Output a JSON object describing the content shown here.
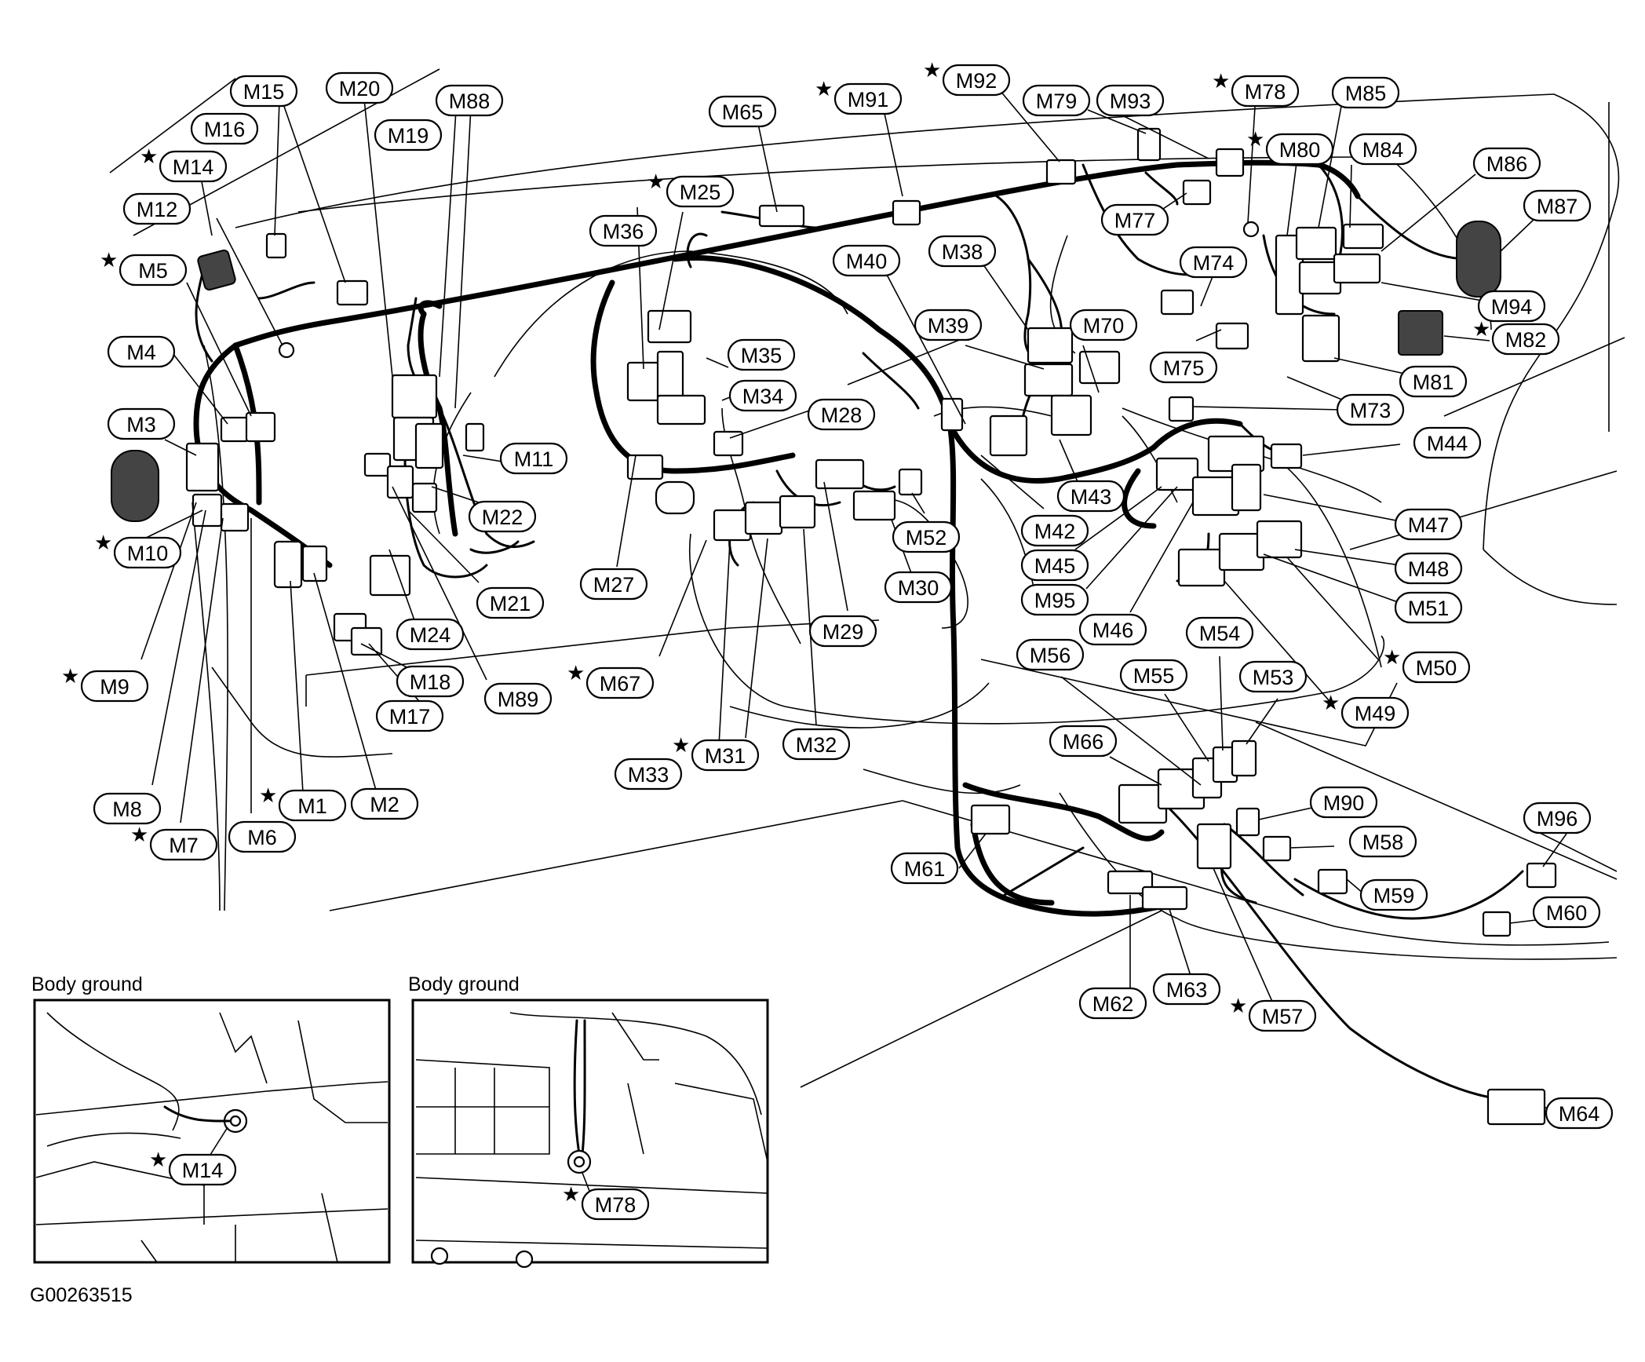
{
  "diagram": {
    "code": "G00263515",
    "insets": [
      {
        "caption": "Body ground",
        "label": "M14"
      },
      {
        "caption": "Body ground",
        "label": "M78"
      }
    ],
    "labels": [
      "M1",
      "M2",
      "M3",
      "M4",
      "M5",
      "M6",
      "M7",
      "M8",
      "M9",
      "M10",
      "M11",
      "M12",
      "M14",
      "M15",
      "M16",
      "M17",
      "M18",
      "M19",
      "M20",
      "M21",
      "M22",
      "M24",
      "M25",
      "M27",
      "M28",
      "M29",
      "M30",
      "M31",
      "M32",
      "M33",
      "M34",
      "M35",
      "M36",
      "M38",
      "M39",
      "M40",
      "M42",
      "M43",
      "M44",
      "M45",
      "M46",
      "M47",
      "M48",
      "M49",
      "M50",
      "M51",
      "M52",
      "M53",
      "M54",
      "M55",
      "M56",
      "M57",
      "M58",
      "M59",
      "M60",
      "M61",
      "M62",
      "M63",
      "M64",
      "M65",
      "M66",
      "M67",
      "M70",
      "M73",
      "M74",
      "M75",
      "M77",
      "M78",
      "M79",
      "M80",
      "M81",
      "M82",
      "M84",
      "M85",
      "M86",
      "M87",
      "M88",
      "M89",
      "M90",
      "M91",
      "M92",
      "M93",
      "M94",
      "M95",
      "M96"
    ],
    "starred": [
      "M1",
      "M5",
      "M7",
      "M9",
      "M10",
      "M14",
      "M25",
      "M31",
      "M49",
      "M50",
      "M57",
      "M67",
      "M78",
      "M80",
      "M82",
      "M91",
      "M92"
    ]
  }
}
